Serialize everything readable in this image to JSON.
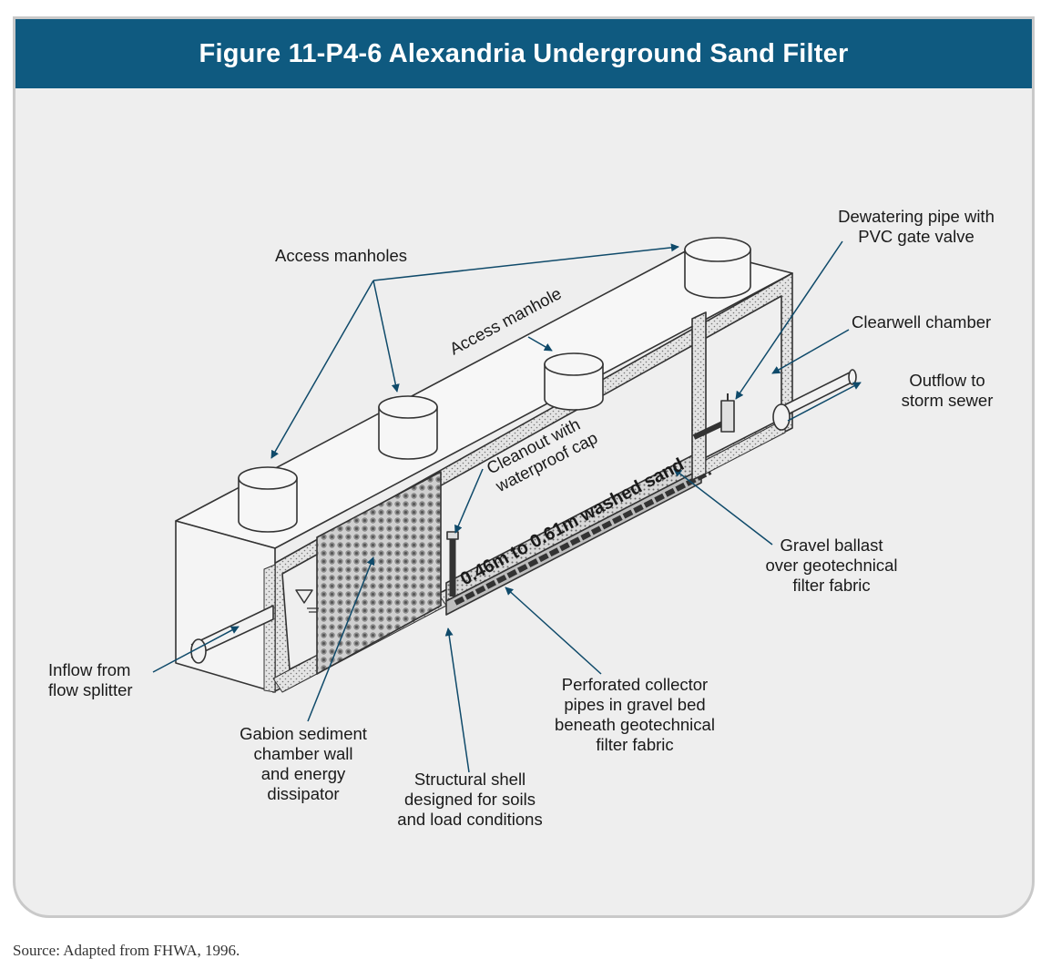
{
  "title": "Figure 11-P4-6  Alexandria Underground Sand Filter",
  "source": "Source: Adapted from FHWA, 1996.",
  "colors": {
    "title_bar": "#0f5a80",
    "panel": "#eeeeee",
    "arrow": "#0f4a6a",
    "line": "#333333"
  },
  "labels": {
    "access_manholes": "Access manholes",
    "access_manhole": "Access manhole",
    "cleanout": [
      "Cleanout with",
      "waterproof cap"
    ],
    "sand": "0.46m to 0.61m washed sand",
    "dewatering": [
      "Dewatering pipe with",
      "PVC gate valve"
    ],
    "clearwell": "Clearwell chamber",
    "outflow": [
      "Outflow to",
      "storm sewer"
    ],
    "gravel_ballast": [
      "Gravel ballast",
      "over geotechnical",
      "filter fabric"
    ],
    "perforated": [
      "Perforated collector",
      "pipes in gravel bed",
      "beneath geotechnical",
      "filter fabric"
    ],
    "structural": [
      "Structural shell",
      "designed for soils",
      "and load conditions"
    ],
    "gabion": [
      "Gabion sediment",
      "chamber wall",
      "and energy",
      "dissipator"
    ],
    "inflow": [
      "Inflow from",
      "flow splitter"
    ]
  }
}
